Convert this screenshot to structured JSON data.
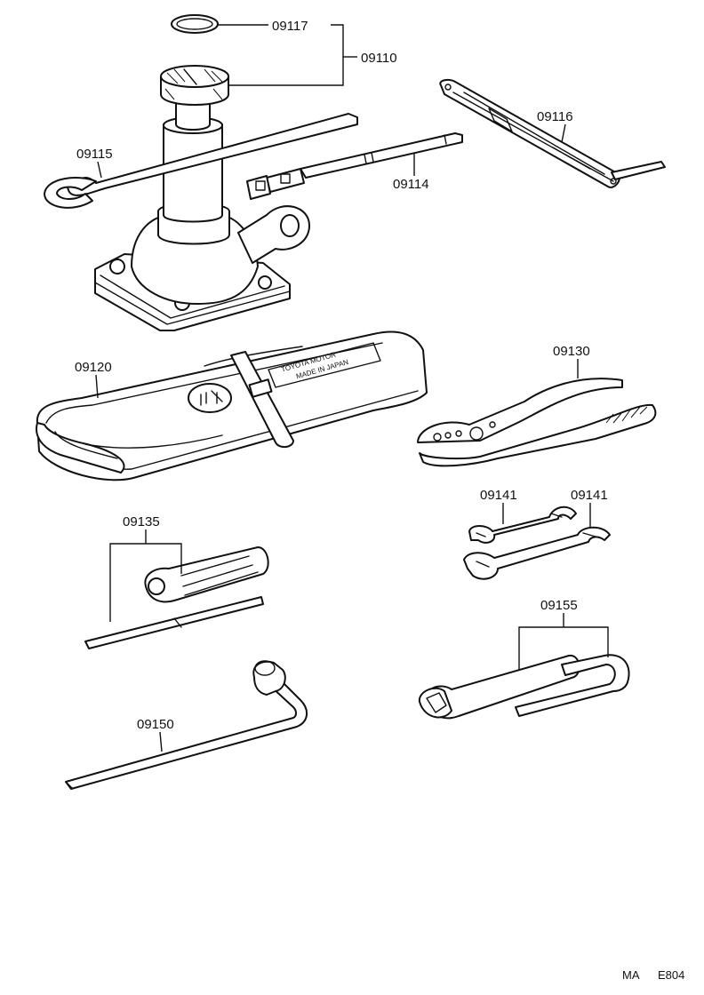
{
  "labels": {
    "p09117": "09117",
    "p09110": "09110",
    "p09116": "09116",
    "p09115": "09115",
    "p09114": "09114",
    "p09120": "09120",
    "p09130": "09130",
    "p09141a": "09141",
    "p09141b": "09141",
    "p09135": "09135",
    "p09155": "09155",
    "p09150": "09150"
  },
  "bag_text": {
    "line1": "TOYOTA MOTOR",
    "line2": "MADE IN JAPAN"
  },
  "footer": {
    "left": "MA",
    "right": "E804"
  },
  "colors": {
    "ink": "#111111",
    "paper": "#ffffff"
  }
}
